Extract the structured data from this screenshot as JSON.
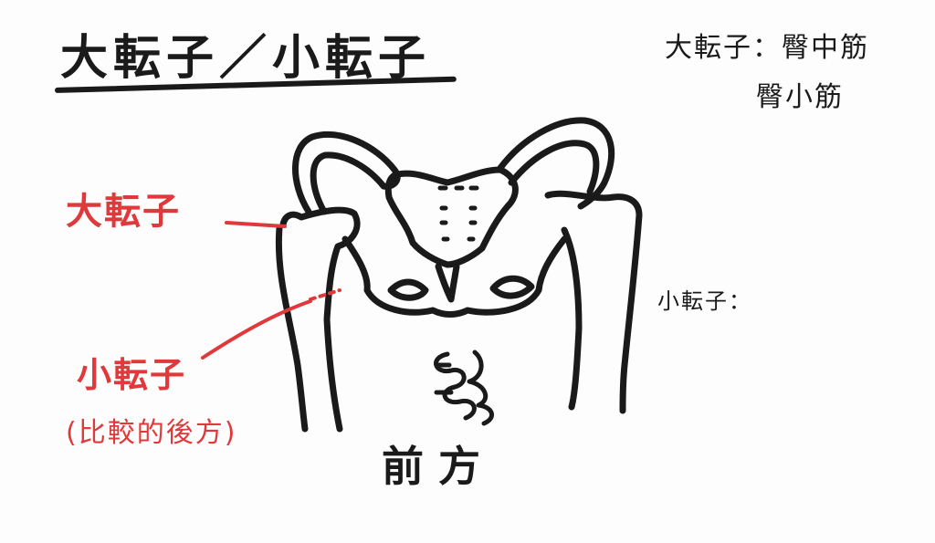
{
  "title": "大転子／小転子",
  "labels": {
    "greater_trochanter": "大転子",
    "lesser_trochanter": "小転子",
    "lesser_trochanter_note": "(比較的後方)",
    "front": "前方"
  },
  "notes": {
    "greater_trochanter_muscles_line1": "大転子：臀中筋",
    "greater_trochanter_muscles_line2": "臀小筋",
    "lesser_trochanter_muscles": "小転子："
  },
  "colors": {
    "ink": "#1a1a1a",
    "annotation": "#e0393b"
  }
}
